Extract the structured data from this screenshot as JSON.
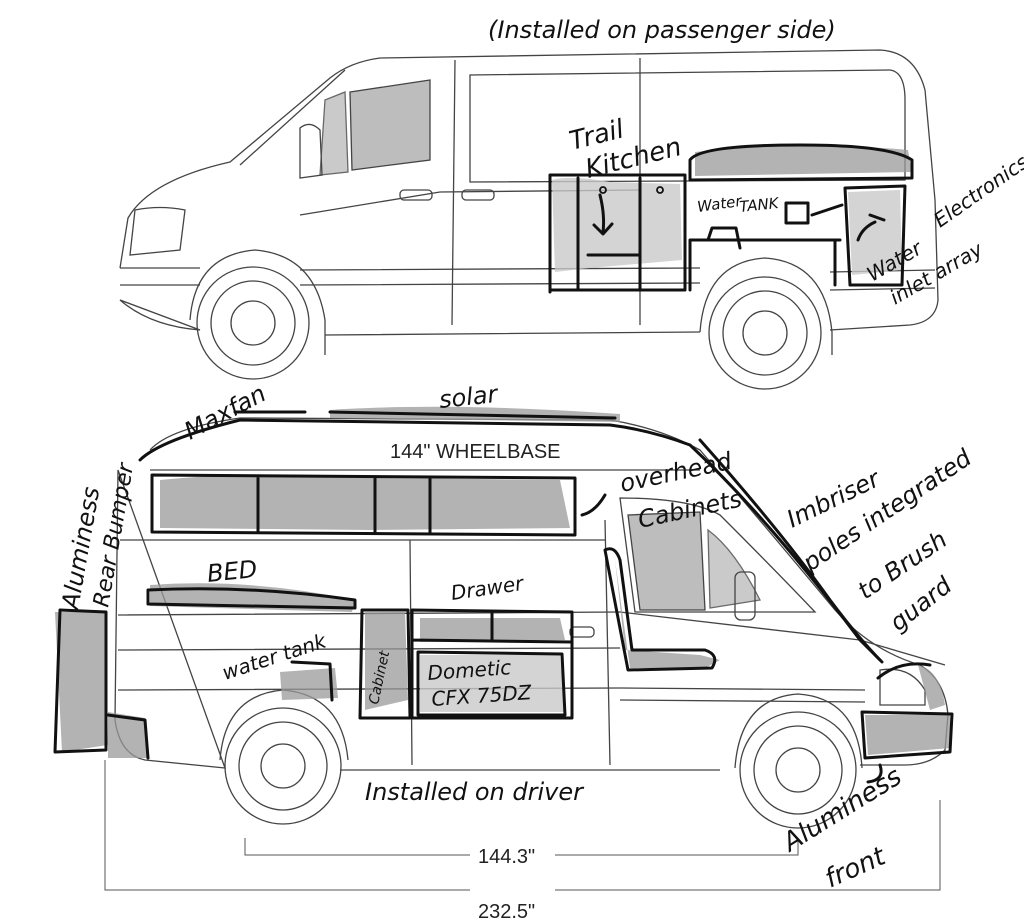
{
  "top_view": {
    "header_note": "(Installed on passenger side)",
    "labels": {
      "trail_kitchen_line1": "Trail",
      "trail_kitchen_line2": "Kitchen",
      "water": "Water",
      "tank": "TANK",
      "electronics": "Electronics",
      "water_inlet": "Water",
      "inlet_array": "inlet array"
    }
  },
  "bottom_view": {
    "maxfan": "Maxfan",
    "solar": "solar",
    "wheelbase": "144\" WHEELBASE",
    "overhead_cabinets_line1": "overhead",
    "overhead_cabinets_line2": "Cabinets",
    "rear_bumper_line1": "Aluminess",
    "rear_bumper_line2": "Rear Bumper",
    "bed": "BED",
    "drawer": "Drawer",
    "water_tank": "water tank",
    "cabinet": "Cabinet",
    "fridge_line1": "Dometic",
    "fridge_line2": "CFX 75DZ",
    "installed_driver": "Installed on driver",
    "imbriser_line1": "Imbriser",
    "imbriser_line2": "poles integrated",
    "imbriser_line3": "to Brush",
    "imbriser_line4": "guard",
    "front_line1": "Aluminess",
    "front_line2": "front",
    "dim_wheelbase": "144.3\"",
    "dim_length": "232.5\""
  }
}
